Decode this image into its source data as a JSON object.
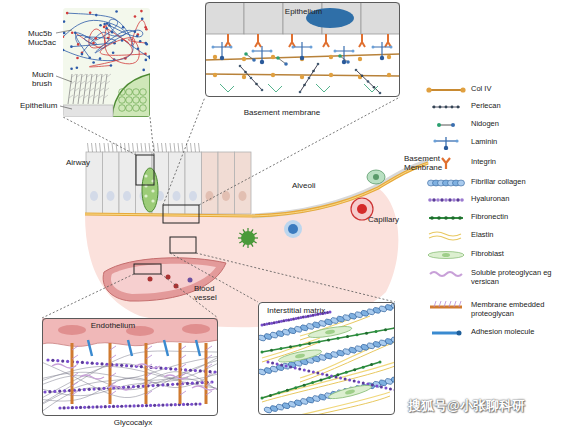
{
  "diagram": {
    "nodes": [
      {
        "text": [
          "Epithelium",
          "Basement membrane"
        ]
      },
      {
        "text": [
          "Endothelium",
          "Glycocalyx"
        ]
      },
      {
        "text": [
          "Interstitial matrix"
        ]
      }
    ],
    "labels": [
      "Muc5b",
      "Muc5ac",
      "Mucin brush",
      "Epithelium",
      "Airway",
      "Alveoli",
      "Basement Membrane",
      "Capillary",
      "Blood vessel",
      "搜狐号@小张聊科研"
    ],
    "legend": [
      {
        "text": "Col IV"
      },
      {
        "text": "Perlecan"
      },
      {
        "text": "Nidogen"
      },
      {
        "text": "Laminin"
      },
      {
        "text": "Integrin"
      },
      {
        "text": "Fibrillar collagen"
      },
      {
        "text": "Hyaluronan"
      },
      {
        "text": "Fibronectin"
      },
      {
        "text": "Elastin"
      },
      {
        "text": "Fibroblast"
      },
      {
        "text": "Soluble proteoglycan eg versican"
      },
      {
        "text": "Membrane embedded proteoglycan"
      },
      {
        "text": "Adhesion molecule"
      }
    ]
  }
}
